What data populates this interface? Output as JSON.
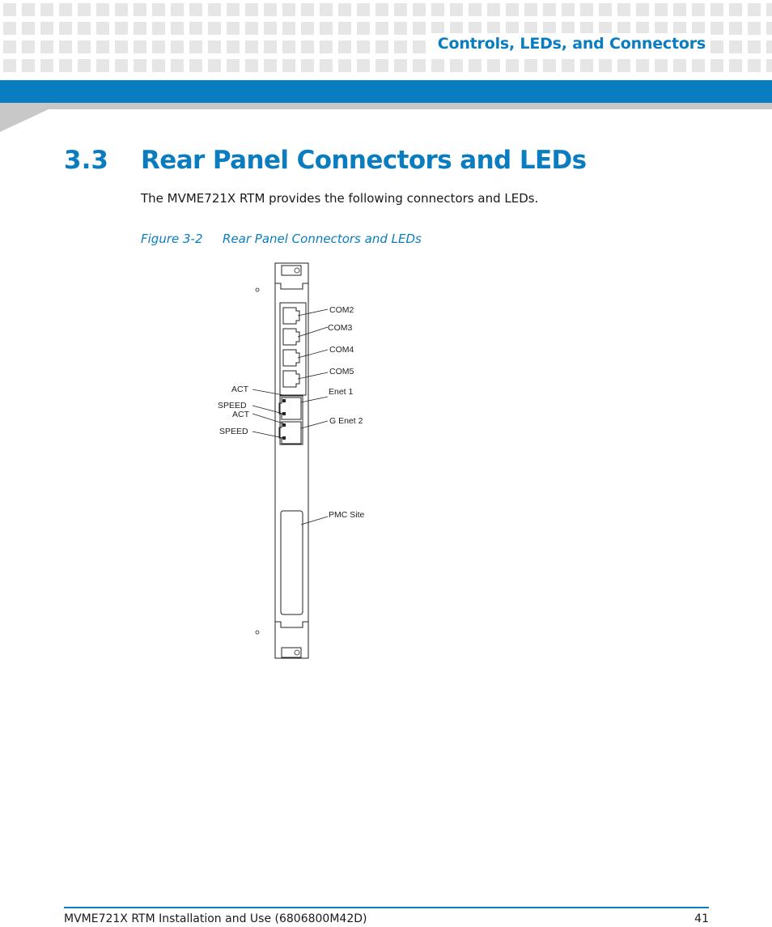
{
  "header": {
    "running_head": "Controls, LEDs, and Connectors"
  },
  "section": {
    "number": "3.3",
    "title": "Rear Panel Connectors and LEDs",
    "intro": "The MVME721X RTM provides the following connectors and LEDs."
  },
  "figure": {
    "label": "Figure 3-2",
    "title": "Rear Panel Connectors and LEDs",
    "labels": {
      "com2": "COM2",
      "com3": "COM3",
      "com4": "COM4",
      "com5": "COM5",
      "enet1": "Enet 1",
      "genet2": "G Enet 2",
      "act1": "ACT",
      "speed1": "SPEED",
      "act2": "ACT",
      "speed2": "SPEED",
      "pmc": "PMC Site"
    }
  },
  "footer": {
    "doc_title": "MVME721X RTM Installation and Use (6806800M42D)",
    "page_number": "41"
  },
  "colors": {
    "accent": "#0a7dc0",
    "gray_wedge": "#c8c8c8"
  }
}
